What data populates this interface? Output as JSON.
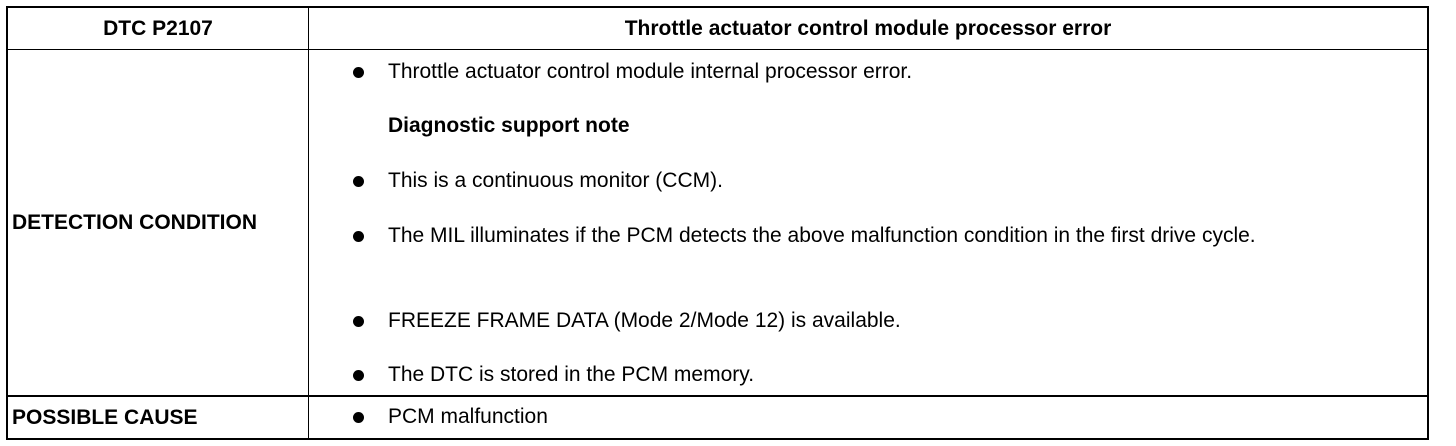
{
  "header": {
    "dtc_code": "DTC P2107",
    "dtc_title": "Throttle actuator control module processor error"
  },
  "detection": {
    "label": "DETECTION CONDITION",
    "condition": "Throttle actuator control module internal processor error.",
    "note_heading": "Diagnostic support note",
    "notes": [
      "This is a continuous monitor (CCM).",
      "The MIL illuminates if the PCM detects the above malfunction condition in the first drive cycle.",
      "FREEZE FRAME DATA (Mode 2/Mode 12) is available.",
      "The DTC is stored in the PCM memory."
    ]
  },
  "cause": {
    "label": "POSSIBLE CAUSE",
    "items": [
      "PCM malfunction"
    ]
  }
}
